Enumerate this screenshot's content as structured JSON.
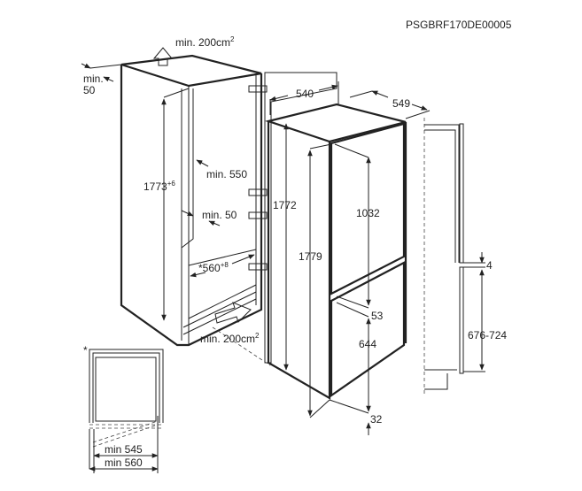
{
  "doc_code": "PSGBRF170DE00005",
  "labels": {
    "vent_top": "min. 200cm",
    "vent_bottom": "min. 200cm",
    "sup2": "2",
    "min_50_top_a": "min.",
    "min_50_top_b": "50",
    "niche_height": "1773",
    "niche_height_tol": "+6",
    "min_550": "min. 550",
    "min_50_side": "min. 50",
    "niche_width": "*560",
    "niche_width_tol": "+8",
    "height_1772": "1772",
    "width_540": "540",
    "depth_549": "549",
    "height_1779": "1779",
    "upper_door_1032": "1032",
    "gap_53": "53",
    "lower_door_644": "644",
    "bottom_32": "32",
    "gap_4": "4",
    "range_676_724": "676-724",
    "asterisk": "*",
    "min_545": "min 545",
    "min_560": "min 560"
  }
}
